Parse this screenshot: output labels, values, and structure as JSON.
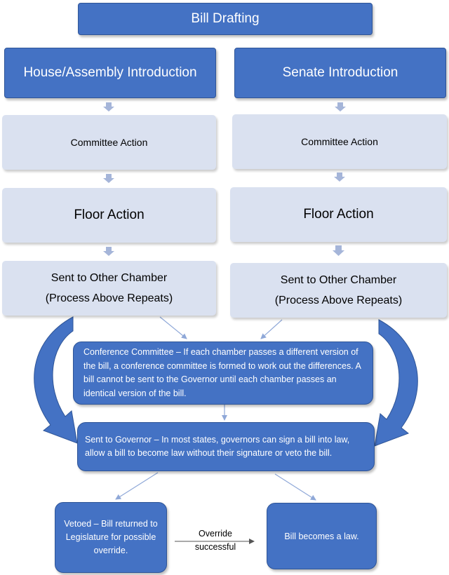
{
  "title": "Bill Drafting",
  "house": {
    "intro": "House/Assembly Introduction",
    "committee": "Committee Action",
    "floor": "Floor Action",
    "sent_line1": "Sent to Other Chamber",
    "sent_line2": "(Process Above Repeats)"
  },
  "senate": {
    "intro": "Senate Introduction",
    "committee": "Committee Action",
    "floor": "Floor Action",
    "sent_line1": "Sent to Other Chamber",
    "sent_line2": "(Process Above Repeats)"
  },
  "conference": "Conference Committee – If each chamber passes a different version of the bill, a conference committee is formed to work out the differences. A bill cannot be sent to the Governor until each chamber passes an identical version of the bill.",
  "governor": "Sent to Governor – In most states, governors can sign a bill into law, allow a bill to become law without their signature or veto the bill.",
  "vetoed": "Vetoed – Bill returned to Legislature for possible override.",
  "override_line1": "Override",
  "override_line2": "successful",
  "law": "Bill becomes a law.",
  "colors": {
    "dark_box": "#4472c4",
    "light_box": "#dae1f0",
    "connector": "#8fa8d8",
    "down_arrow": "#a5b5d9"
  }
}
